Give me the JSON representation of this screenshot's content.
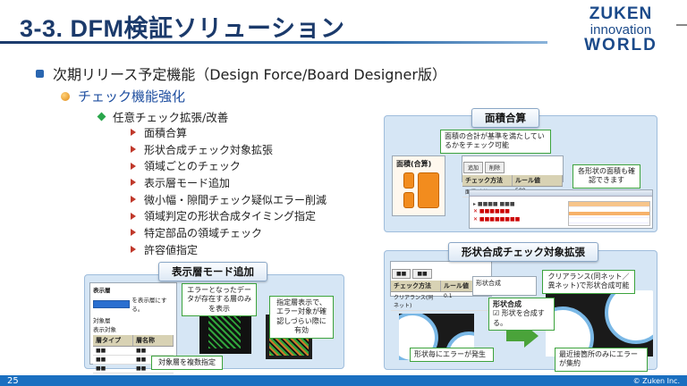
{
  "title": "3-3. DFM検証ソリューション",
  "logo": {
    "line1": "ZUKEN",
    "line2": "innovation",
    "line3": "WORLD"
  },
  "bullet_level1": "次期リリース予定機能（Design Force/Board Designer版）",
  "bullet_level2": "チェック機能強化",
  "bullet_level3": "任意チェック拡張/改善",
  "items": [
    "面積合算",
    "形状合成チェック対象拡張",
    "領域ごとのチェック",
    "表示層モード追加",
    "微小幅・隙間チェック疑似エラー削減",
    "領域判定の形状合成タイミング指定",
    "特定部品の領域チェック",
    "許容値指定"
  ],
  "panel_area": {
    "title": "面積合算",
    "callout_top": "面積の合計が基準を満たしているかをチェック可能",
    "callout_right": "各形状の面積も確認できます",
    "shape_label": "面積(合算)",
    "dialog_btn1": "追加",
    "dialog_btn2": "削除",
    "col1": "チェック方法",
    "col2": "ルール値",
    "row1": "面積(合算)",
    "row1_value": "500"
  },
  "panel_merge": {
    "title": "形状合成チェック対象拡張",
    "callout_top": "クリアランス(同ネット／異ネット)で形状合成可能",
    "option_title": "形状合成",
    "option_check": "形状を合成する。",
    "caption_left": "形状毎にエラーが発生",
    "caption_right": "最近接箇所のみにエラーが集約",
    "col1": "チェック方法",
    "col2": "ルール値",
    "row1": "クリアランス(同ネット)"
  },
  "panel_layer": {
    "title": "表示層モード追加",
    "callout_left": "エラーとなったデータが存在する層のみを表示",
    "callout_right": "指定層表示で、エラー対象が確認しづらい際に有効",
    "caption": "対象層を複数指定",
    "label_display": "表示層",
    "label_target": "対象層",
    "label_showtarget": "表示対象",
    "label_apply": "を表示層にする。",
    "col1": "層タイプ",
    "col2": "層名称"
  },
  "colors": {
    "title": "#1b3a6b",
    "accent": "#1a6fc0",
    "panel": "#d6e6f5",
    "callout_border": "#3ca33c",
    "bar_orange": "#f0a030"
  },
  "page_number": "25",
  "copyright": "© Zuken Inc."
}
